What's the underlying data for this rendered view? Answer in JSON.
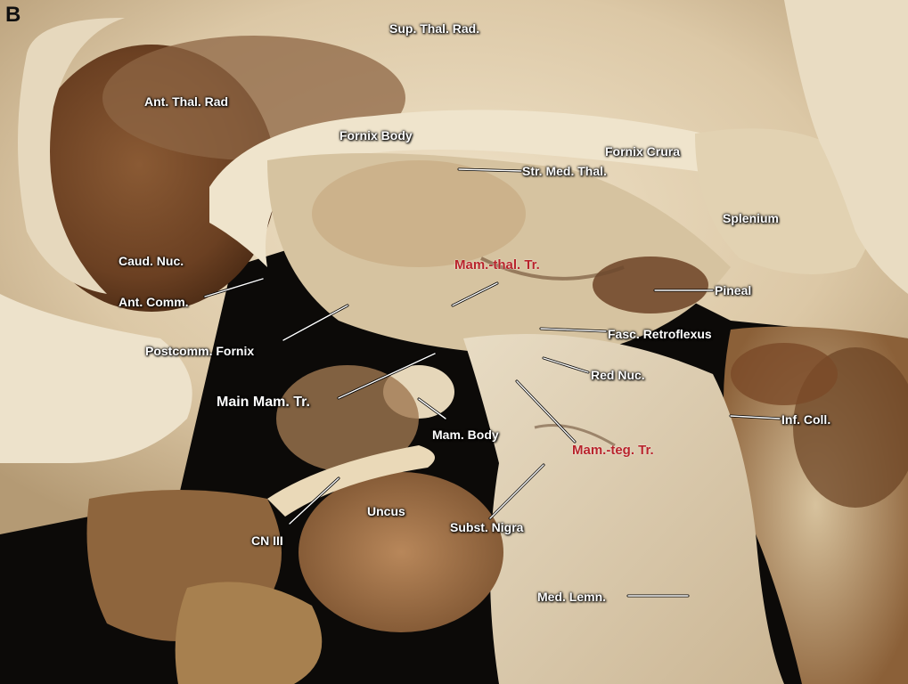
{
  "panel_letter": "B",
  "labels": {
    "sup_thal_rad": "Sup. Thal. Rad.",
    "ant_thal_rad": "Ant. Thal. Rad",
    "fornix_body": "Fornix Body",
    "fornix_crura": "Fornix Crura",
    "str_med_thal": "Str. Med. Thal.",
    "splenium": "Splenium",
    "caud_nuc": "Caud. Nuc.",
    "mam_thal_tr": "Mam.-thal. Tr.",
    "pineal": "Pineal",
    "ant_comm": "Ant. Comm.",
    "fasc_retroflexus": "Fasc. Retroflexus",
    "postcomm_fornix": "Postcomm. Fornix",
    "red_nuc": "Red Nuc.",
    "main_mam_tr": "Main  Mam. Tr.",
    "inf_coll": "Inf. Coll.",
    "mam_body": "Mam. Body",
    "mam_teg_tr": "Mam.-teg. Tr.",
    "uncus": "Uncus",
    "cn_iii": "CN III",
    "subst_nigra": "Subst. Nigra",
    "med_lemn": "Med. Lemn."
  },
  "colors": {
    "label_white": "#ffffff",
    "label_red": "#b8232a"
  }
}
